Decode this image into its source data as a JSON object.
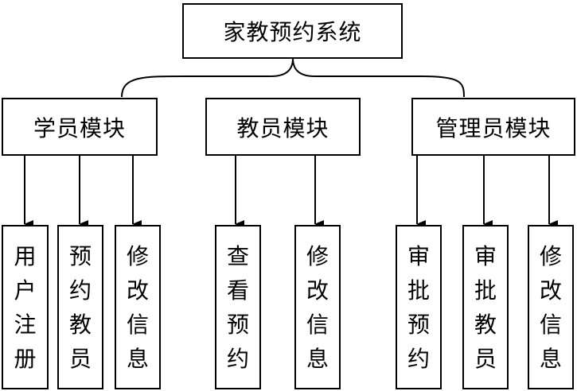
{
  "root": {
    "label": "家教预约系统"
  },
  "modules": [
    {
      "label": "学员模块",
      "children": [
        "用户注册",
        "预约教员",
        "修改信息"
      ]
    },
    {
      "label": "教员模块",
      "children": [
        "查看预约",
        "修改信息"
      ]
    },
    {
      "label": "管理员模块",
      "children": [
        "审批预约",
        "审批教员",
        "修改信息"
      ]
    }
  ]
}
